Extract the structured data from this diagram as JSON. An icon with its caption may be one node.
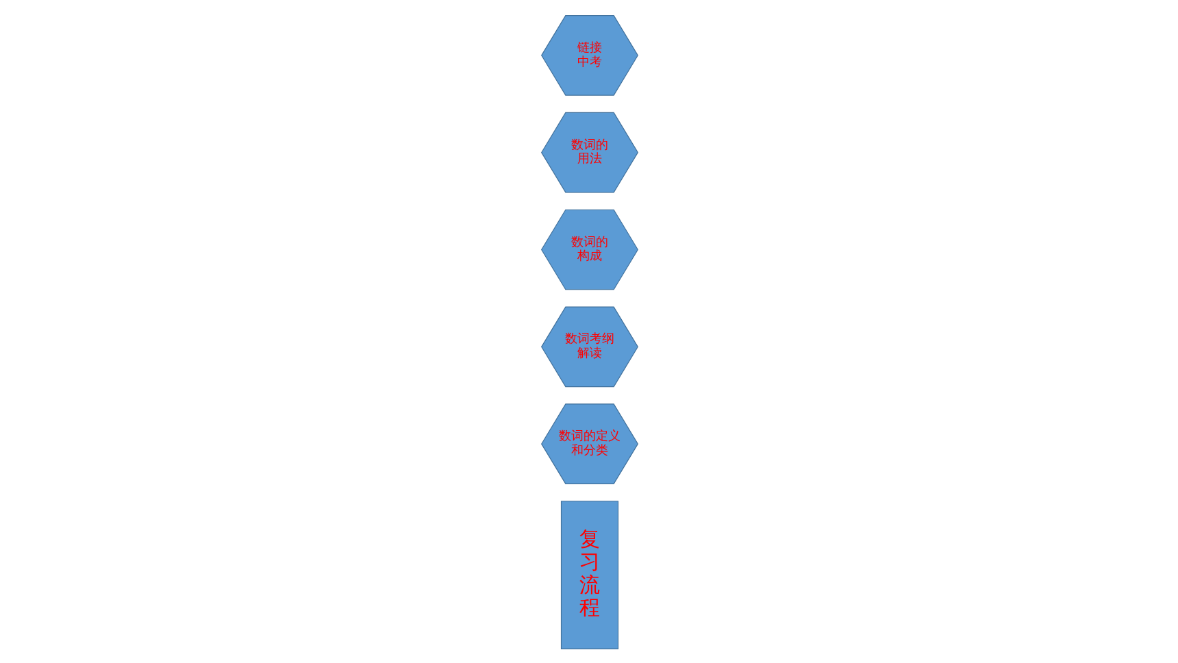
{
  "diagram": {
    "nodes": [
      {
        "text": [
          "复习流程"
        ]
      },
      {
        "text": [
          "数词的定义和分类"
        ]
      },
      {
        "text": [
          "数词考纲解读"
        ]
      },
      {
        "text": [
          "数词的构成"
        ]
      },
      {
        "text": [
          "数词的用法"
        ]
      },
      {
        "text": [
          "链接中考"
        ]
      }
    ]
  }
}
